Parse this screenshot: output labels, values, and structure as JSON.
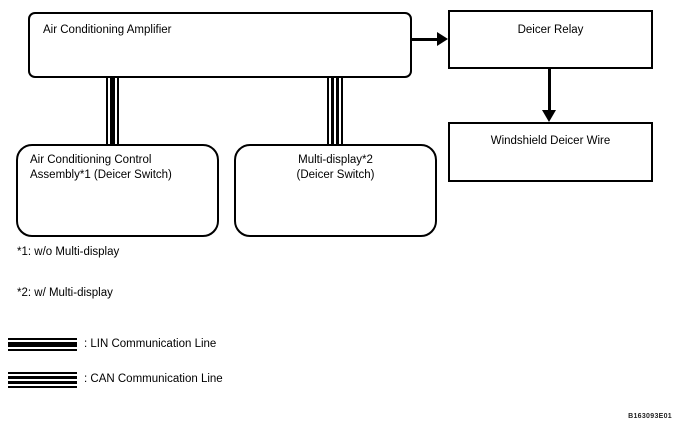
{
  "boxes": {
    "amplifier": {
      "label": "Air Conditioning Amplifier"
    },
    "deicer_relay": {
      "label": "Deicer Relay"
    },
    "windshield_deicer_wire": {
      "label": "Windshield Deicer Wire"
    },
    "ac_control_assembly": {
      "label": "Air Conditioning Control\nAssembly*1 (Deicer Switch)"
    },
    "multi_display": {
      "label": "Multi-display*2\n(Deicer Switch)"
    }
  },
  "connectors": {
    "amplifier_to_ac_control": "LIN",
    "amplifier_to_multi_display": "CAN",
    "amplifier_to_deicer_relay": "arrow-right",
    "deicer_relay_to_windshield_wire": "arrow-down"
  },
  "footnotes": [
    "*1: w/o Multi-display",
    "*2: w/ Multi-display"
  ],
  "legend": [
    {
      "type": "LIN",
      "label": ": LIN Communication Line"
    },
    {
      "type": "CAN",
      "label": ": CAN Communication Line"
    }
  ],
  "figure_code": "B163093E01",
  "colors": {
    "line": "#000000",
    "background": "#ffffff"
  }
}
